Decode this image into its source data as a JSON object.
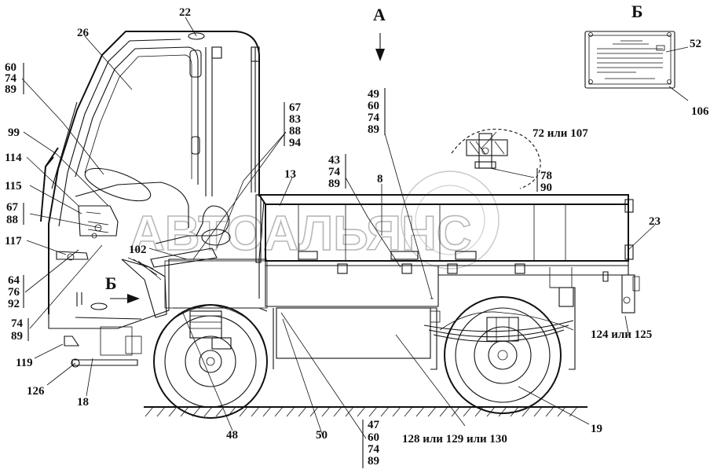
{
  "views": {
    "view_a": "А",
    "view_b": "Б",
    "view_b_arrow": "Б"
  },
  "watermark": "АВТОАЛЬЯНС",
  "callouts": {
    "c22": "22",
    "c26": "26",
    "c60_74_89": [
      "60",
      "74",
      "89"
    ],
    "c99": "99",
    "c114": "114",
    "c115": "115",
    "c67_88": [
      "67",
      "88"
    ],
    "c117": "117",
    "c64_76_92": [
      "64",
      "76",
      "92"
    ],
    "c74_89": [
      "74",
      "89"
    ],
    "c119": "119",
    "c126": "126",
    "c18": "18",
    "c48": "48",
    "c50": "50",
    "c47_60_74_89": [
      "47",
      "60",
      "74",
      "89"
    ],
    "c128": "128 или 129 или 130",
    "c19": "19",
    "c124": "124 или 125",
    "c23": "23",
    "c106": "106",
    "c52": "52",
    "c72": "72 или 107",
    "c78_90": [
      "78",
      "90"
    ],
    "c49_60_74_89": [
      "49",
      "60",
      "74",
      "89"
    ],
    "c43_74_89": [
      "43",
      "74",
      "89"
    ],
    "c8": "8",
    "c13": "13",
    "c67_83_88_94": [
      "67",
      "83",
      "88",
      "94"
    ],
    "c102": "102"
  },
  "icons": {
    "view_arrow_down": "arrow-down-icon",
    "view_arrow_right": "arrow-right-icon",
    "plate": "data-plate-icon"
  }
}
